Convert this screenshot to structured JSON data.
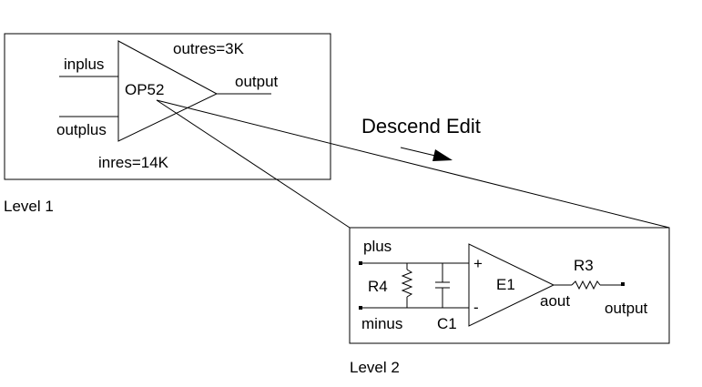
{
  "level1": {
    "caption": "Level 1",
    "amplifier_name": "OP52",
    "pins": {
      "input_positive": "inplus",
      "input_negative": "outplus",
      "output": "output"
    },
    "params": {
      "output_resistance": "outres=3K",
      "input_resistance": "inres=14K"
    }
  },
  "transition": {
    "label": "Descend Edit"
  },
  "level2": {
    "caption": "Level 2",
    "ports": {
      "positive": "plus",
      "negative": "minus",
      "output": "output"
    },
    "amplifier": {
      "name": "E1",
      "plus_sign": "+",
      "minus_sign": "-",
      "output_node": "aout"
    },
    "components": {
      "resistor_in": "R4",
      "capacitor": "C1",
      "resistor_out": "R3"
    }
  }
}
